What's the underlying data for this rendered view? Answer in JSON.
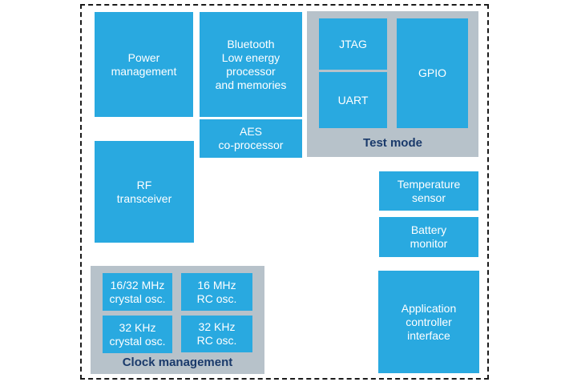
{
  "diagram": {
    "type": "soc-block-diagram",
    "colors": {
      "block_blue": "#29A9E0",
      "group_gray": "#B7C2CA",
      "group_label_navy": "#1A3A6B",
      "block_text": "#FFFFFF",
      "frame_border": "#1A1A1A",
      "background": "#FFFFFF"
    },
    "blocks": {
      "power_management": "Power\nmanagement",
      "ble_processor": "Bluetooth\nLow energy\nprocessor\nand memories",
      "aes_coprocessor": "AES\nco-processor",
      "rf_transceiver": "RF\ntransceiver",
      "temperature_sensor": "Temperature\nsensor",
      "battery_monitor": "Battery\nmonitor",
      "application_controller_interface": "Application\ncontroller\ninterface"
    },
    "test_mode_group": {
      "label": "Test mode",
      "jtag": "JTAG",
      "uart": "UART",
      "gpio": "GPIO"
    },
    "clock_management_group": {
      "label": "Clock management",
      "osc_16_32_crystal": "16/32 MHz\ncrystal osc.",
      "osc_16_rc": "16 MHz\nRC osc.",
      "osc_32_crystal": "32 KHz\ncrystal osc.",
      "osc_32_rc": "32 KHz\nRC osc."
    }
  }
}
